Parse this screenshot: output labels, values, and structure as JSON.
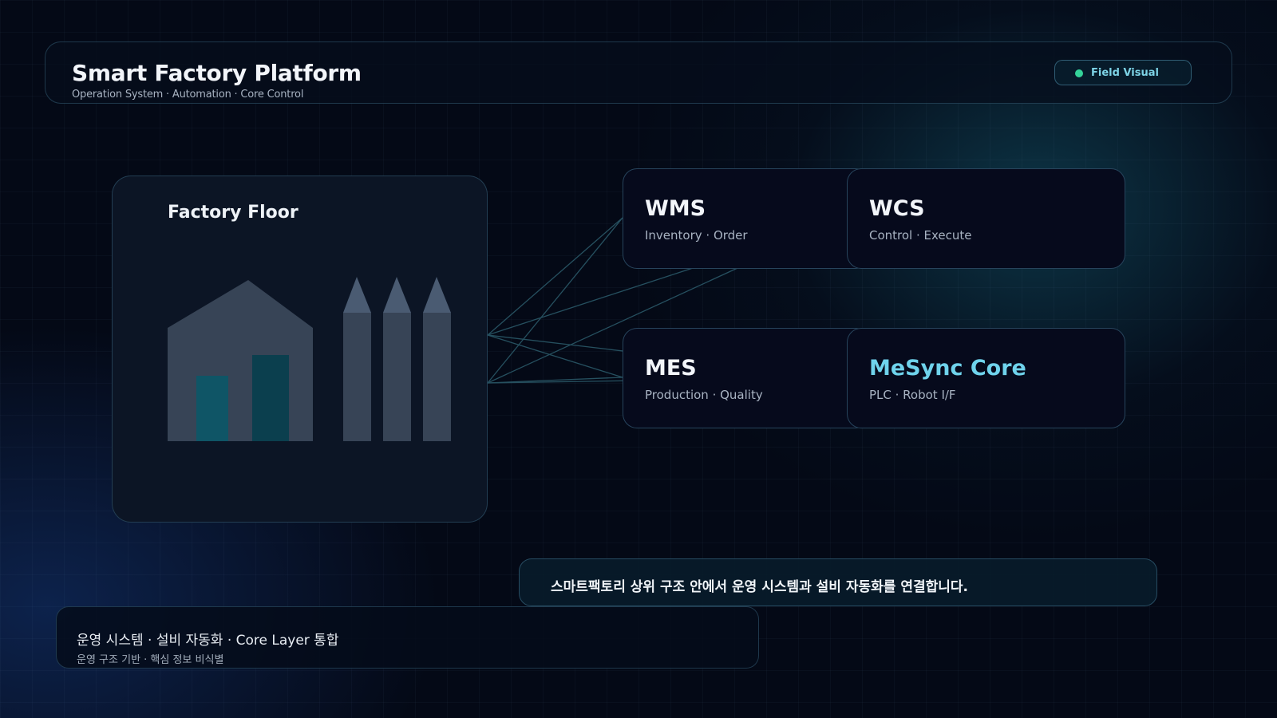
{
  "header": {
    "title": "Smart Factory Platform",
    "subtitle": "Operation System · Automation · Core Control",
    "badge_label": "Field Visual",
    "badge_dot_color": "#34d399"
  },
  "factory": {
    "title": "Factory Floor"
  },
  "systems": {
    "wms": {
      "title": "WMS",
      "subtitle": "Inventory · Order"
    },
    "wcs": {
      "title": "WCS",
      "subtitle": "Control · Execute"
    },
    "mes": {
      "title": "MES",
      "subtitle": "Production · Quality"
    },
    "core": {
      "title": "MeSync Core",
      "subtitle": "PLC · Robot I/F"
    }
  },
  "banner": {
    "text": "스마트팩토리 상위 구조 안에서 운영 시스템과 설비 자동화를 연결합니다."
  },
  "footer": {
    "main": "운영 시스템 · 설비 자동화 · Core Layer 통합",
    "sub": "운영 구조 기반 · 핵심 정보 비식별"
  },
  "colors": {
    "background": "#040916",
    "accent": "#6fd3ec",
    "connector": "#2a5868",
    "building": "#374456",
    "window": "#0f5566"
  }
}
